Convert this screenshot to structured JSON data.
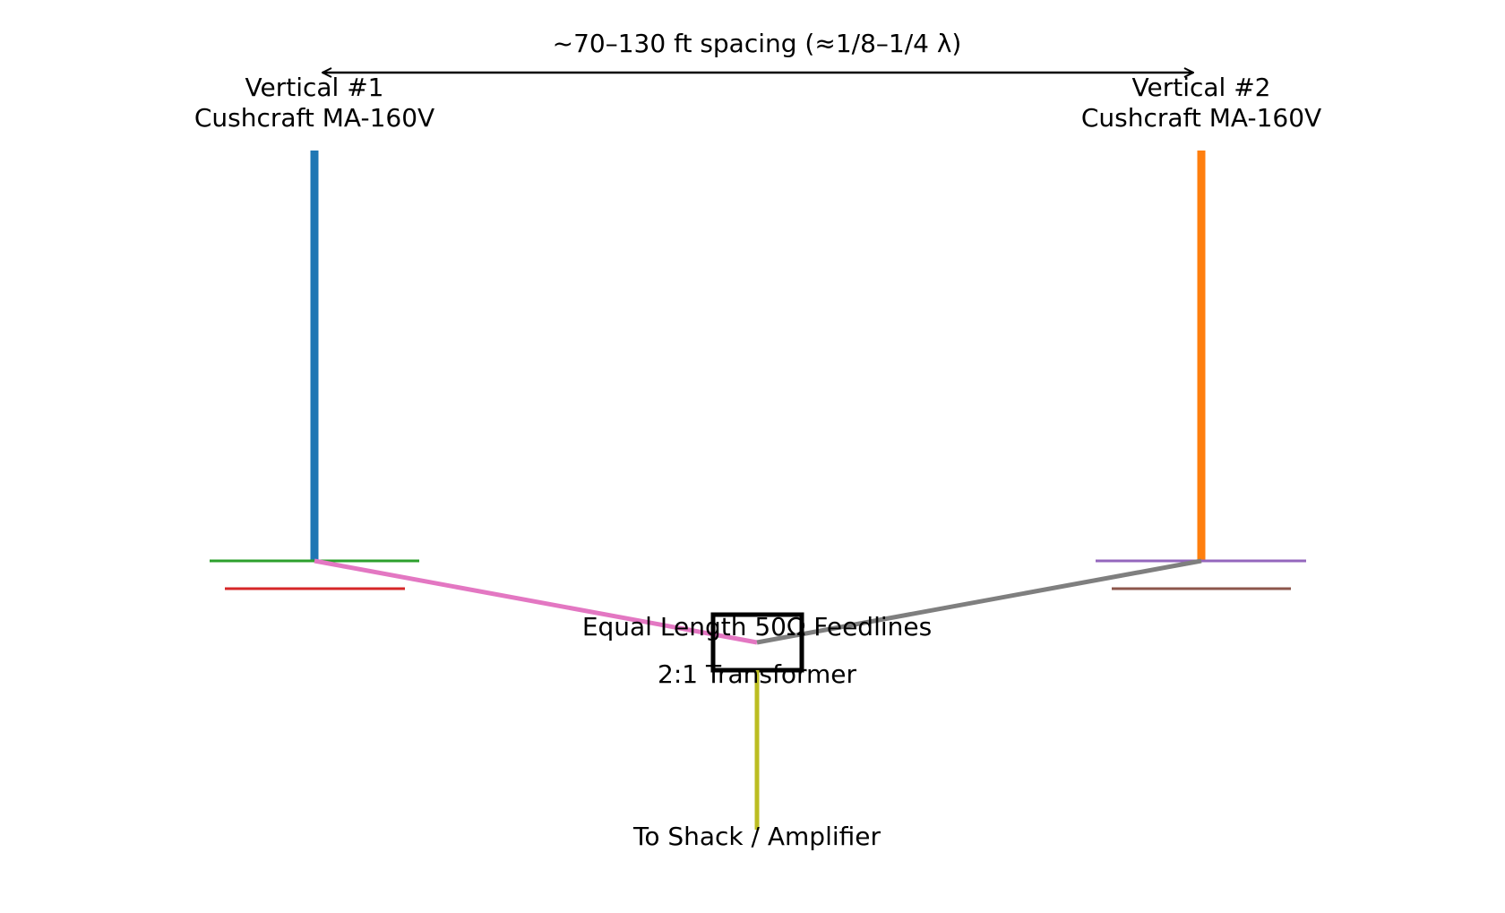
{
  "spacing": {
    "label": "~70–130 ft spacing (≈1/8–1/4 λ)"
  },
  "vertical_1": {
    "line1": "Vertical #1",
    "line2": "Cushcraft MA-160V",
    "color": "#1f77b4"
  },
  "vertical_2": {
    "line1": "Vertical #2",
    "line2": "Cushcraft MA-160V",
    "color": "#ff7f0e"
  },
  "radials": {
    "v1_upper_color": "#2ca02c",
    "v1_lower_color": "#d62728",
    "v2_upper_color": "#9467bd",
    "v2_lower_color": "#8c564b"
  },
  "feedlines": {
    "label": "Equal Length 50Ω Feedlines",
    "left_color": "#e377c2",
    "right_color": "#7f7f7f"
  },
  "transformer": {
    "label": "2:1 Transformer"
  },
  "shack_feed": {
    "label": "To Shack / Amplifier",
    "color": "#bcbd22"
  }
}
